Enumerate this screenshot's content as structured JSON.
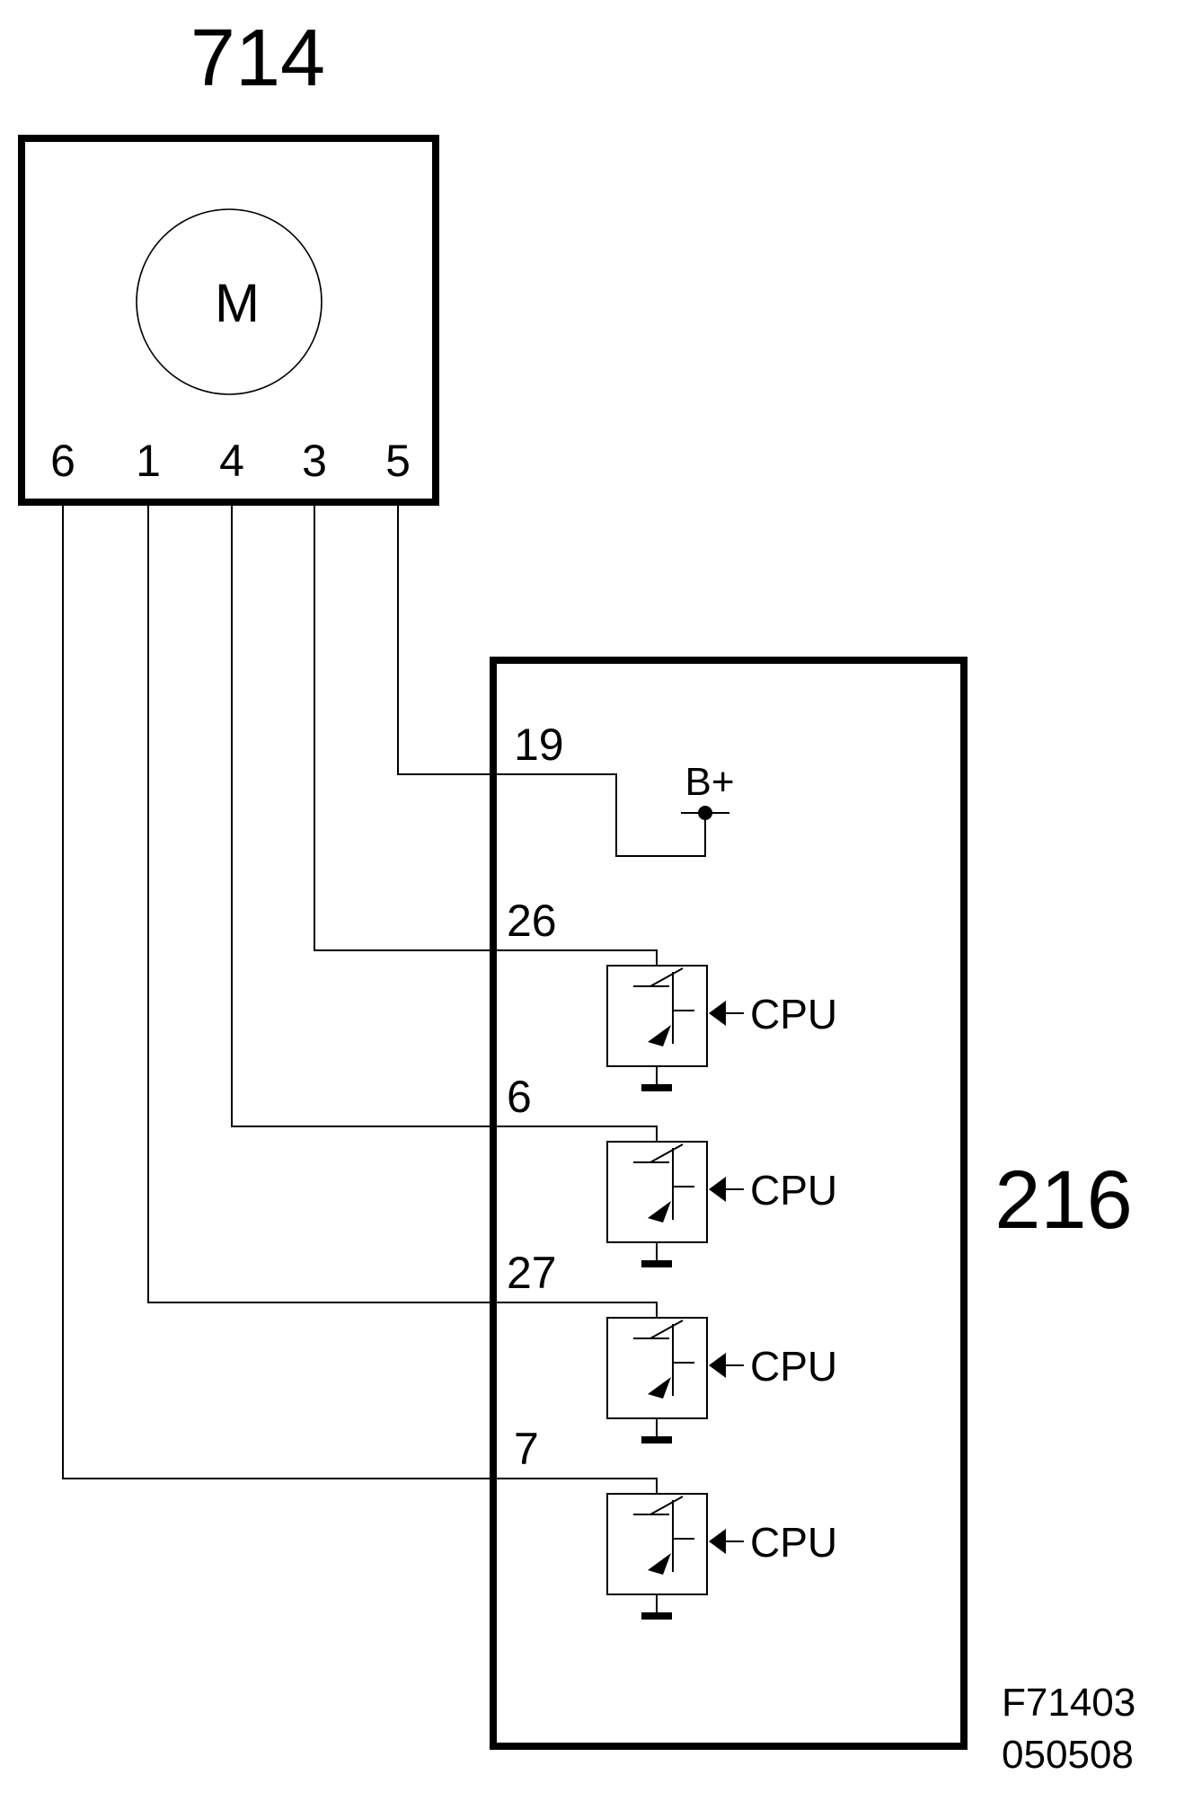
{
  "motor_unit": {
    "id": "714",
    "symbol": "M",
    "pins": [
      "6",
      "1",
      "4",
      "3",
      "5"
    ]
  },
  "control_module": {
    "id": "216",
    "supply_label": "B+",
    "pins": [
      "19",
      "26",
      "6",
      "27",
      "7"
    ],
    "driver_labels": [
      "CPU",
      "CPU",
      "CPU",
      "CPU"
    ]
  },
  "wiring": [
    {
      "from_pin": "5",
      "to_pin": "19"
    },
    {
      "from_pin": "3",
      "to_pin": "26"
    },
    {
      "from_pin": "4",
      "to_pin": "6"
    },
    {
      "from_pin": "1",
      "to_pin": "27"
    },
    {
      "from_pin": "6",
      "to_pin": "7"
    }
  ],
  "figure": {
    "code": "F71403",
    "date": "050508"
  },
  "colors": {
    "line": "#000000",
    "background": "#ffffff"
  }
}
